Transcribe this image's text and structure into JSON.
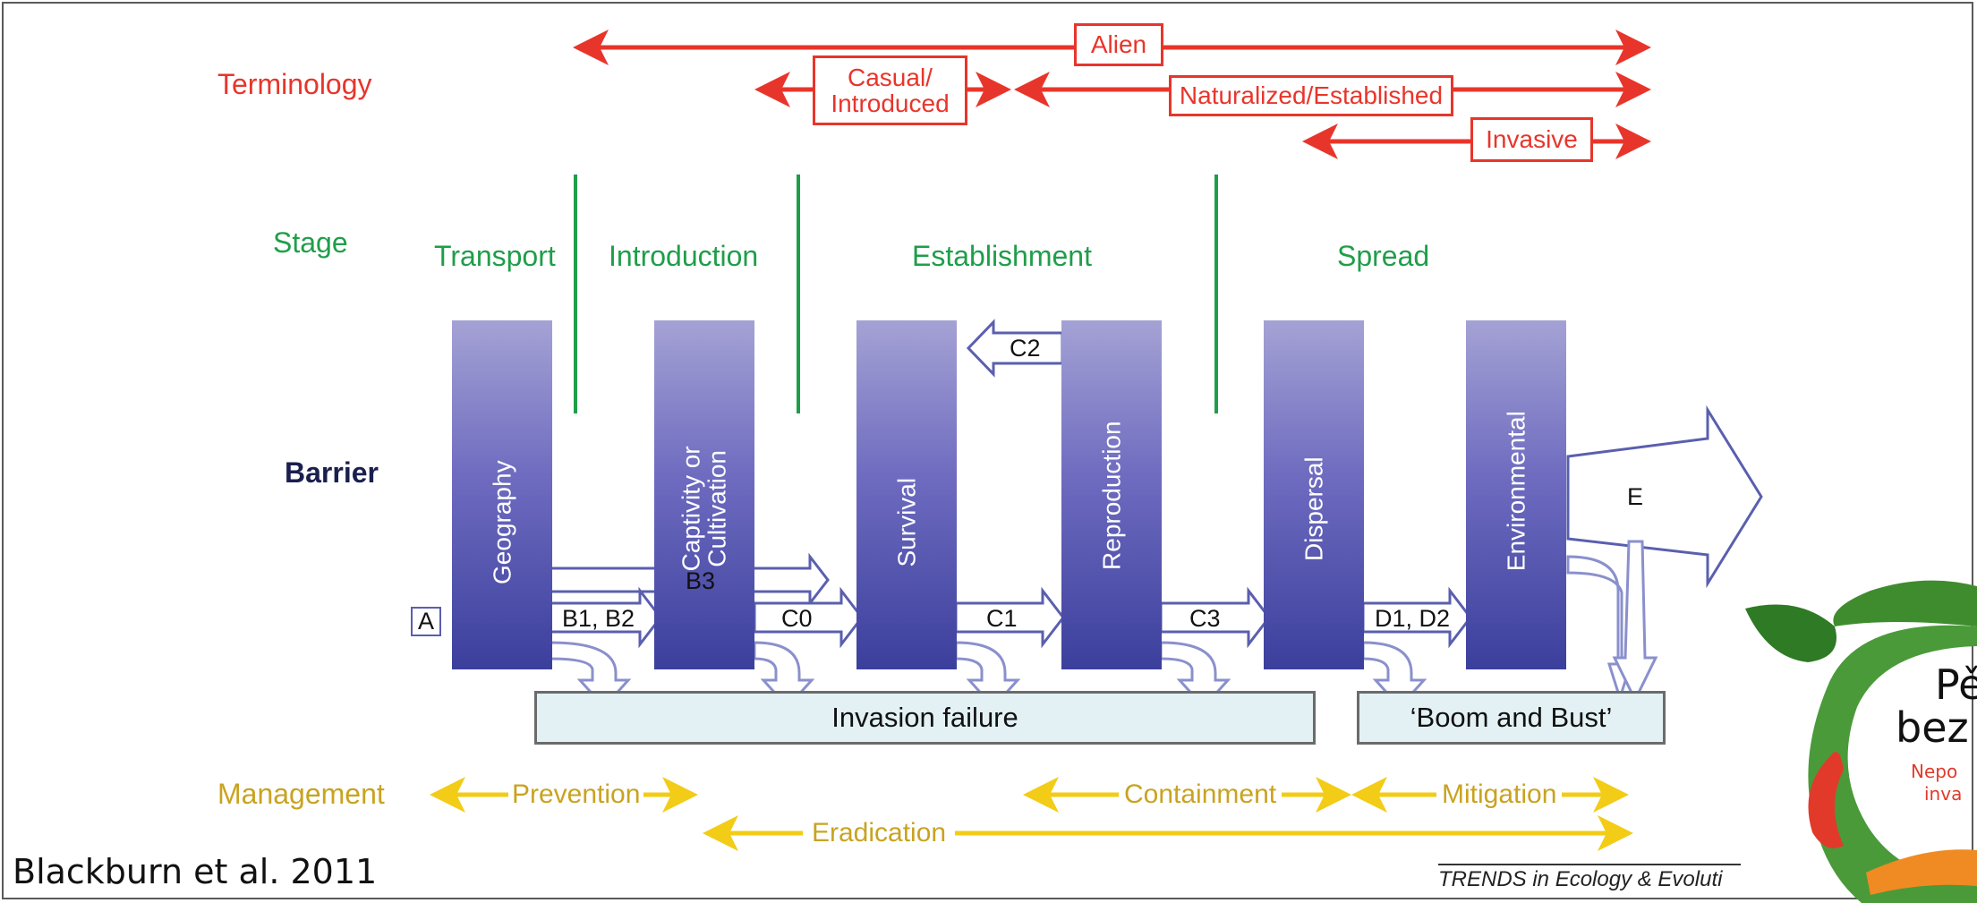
{
  "rows": {
    "terminology": "Terminology",
    "stage": "Stage",
    "barrier": "Barrier",
    "management": "Management"
  },
  "terminology": {
    "alien": "Alien",
    "casual": "Casual/\nIntroduced",
    "naturalized": "Naturalized/Established",
    "invasive": "Invasive"
  },
  "stages": [
    "Transport",
    "Introduction",
    "Establishment",
    "Spread"
  ],
  "barriers": [
    "Geography",
    "Captivity or\nCultivation",
    "Survival",
    "Reproduction",
    "Dispersal",
    "Environmental"
  ],
  "codes": {
    "a": "A",
    "b1b2": "B1, B2",
    "b3": "B3",
    "c0": "C0",
    "c1": "C1",
    "c2": "C2",
    "c3": "C3",
    "d1d2": "D1, D2",
    "e": "E"
  },
  "outcomes": {
    "invasion_failure": "Invasion failure",
    "boom_bust": "‘Boom and Bust’"
  },
  "management": {
    "prevention": "Prevention",
    "containment": "Containment",
    "mitigation": "Mitigation",
    "eradication": "Eradication"
  },
  "citation": "Blackburn et al. 2011",
  "source": "TRENDS in Ecology & Evoluti",
  "colors": {
    "terminology": "#e8352b",
    "stage": "#1f9e4a",
    "barrier_text": "#1a1f4f",
    "management": "#f2cc16",
    "management_text": "#c9a320",
    "bar_top": "#a4a2d4",
    "bar_bottom": "#3b3f9c",
    "arrow_outline": "#5a5fae",
    "failure_fill": "#e3f1f4"
  },
  "logo": {
    "text_lines": [
      "Pě",
      "bez",
      "Nepo",
      "inva"
    ]
  }
}
